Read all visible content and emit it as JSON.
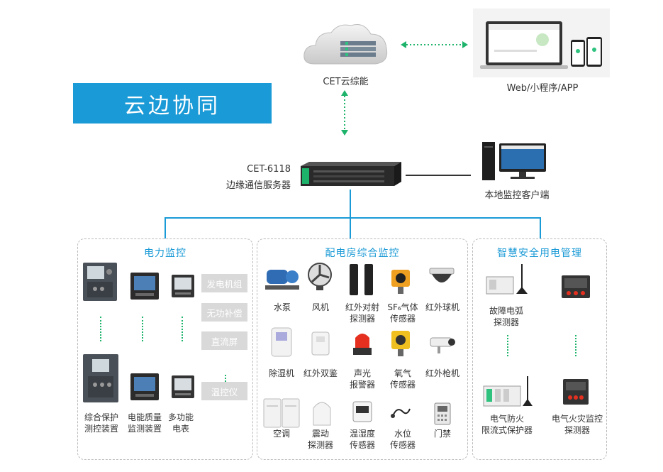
{
  "title": "云边协同",
  "cloud": {
    "label": "CET云综能",
    "icon": "cloud-server-icon"
  },
  "web": {
    "label": "Web/小程序/APP",
    "icon": "laptop-phone-icon"
  },
  "gateway": {
    "model": "CET-6118",
    "name": "边缘通信服务器",
    "icon": "rack-server-icon"
  },
  "local_client": {
    "label": "本地监控客户端",
    "icon": "desktop-pc-icon"
  },
  "panels": {
    "power": {
      "title": "电力监控",
      "buttons": [
        "发电机组",
        "无功补偿",
        "直流屏",
        "温控仪"
      ],
      "devices": [
        {
          "line1": "综合保护",
          "line2": "测控装置"
        },
        {
          "line1": "电能质量",
          "line2": "监测装置"
        },
        {
          "line1": "多功能",
          "line2": "电表"
        }
      ]
    },
    "room": {
      "title": "配电房综合监控",
      "items": [
        {
          "line1": "水泵",
          "line2": ""
        },
        {
          "line1": "风机",
          "line2": ""
        },
        {
          "line1": "红外对射",
          "line2": "探测器"
        },
        {
          "line1": "SF₆气体",
          "line2": "传感器"
        },
        {
          "line1": "红外球机",
          "line2": ""
        },
        {
          "line1": "除湿机",
          "line2": ""
        },
        {
          "line1": "红外双鉴",
          "line2": ""
        },
        {
          "line1": "声光",
          "line2": "报警器"
        },
        {
          "line1": "氧气",
          "line2": "传感器"
        },
        {
          "line1": "红外枪机",
          "line2": ""
        },
        {
          "line1": "空调",
          "line2": ""
        },
        {
          "line1": "震动",
          "line2": "探测器"
        },
        {
          "line1": "温湿度",
          "line2": "传感器"
        },
        {
          "line1": "水位",
          "line2": "传感器"
        },
        {
          "line1": "门禁",
          "line2": ""
        }
      ]
    },
    "safety": {
      "title": "智慧安全用电管理",
      "items": [
        {
          "line1": "故障电弧",
          "line2": "探测器"
        },
        {
          "line1": "电气防火",
          "line2": "限流式保护器"
        },
        {
          "line1": "电气火灾监控",
          "line2": "探测器"
        }
      ]
    }
  },
  "colors": {
    "accent": "#1a9ad6",
    "link_green": "#1db36b",
    "panel_border": "#bbbbbb"
  }
}
